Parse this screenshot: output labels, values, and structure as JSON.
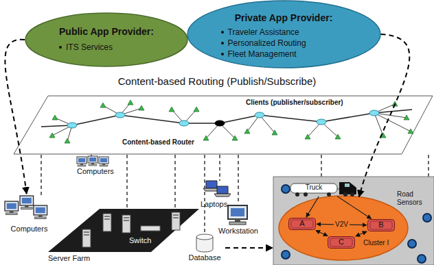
{
  "diagram": {
    "nodes": [
      {
        "text": [
          "Public App Provider:",
          "ITS Services"
        ]
      },
      {
        "text": [
          "Private App Provider:",
          "Traveler Assistance",
          "Personalized Routing",
          "Fleet Management"
        ]
      },
      {
        "text": [
          "Content-based Routing (Publish/Subscribe)",
          "Clients (publisher/subscriber)",
          "Content-based Router"
        ]
      },
      {
        "text": [
          "Computers"
        ]
      },
      {
        "text": [
          "Database"
        ]
      },
      {
        "text": [
          "Road Sensors"
        ]
      },
      {
        "text": [
          "Cluster I"
        ],
        "in": 5
      },
      {
        "text": [
          "Truck"
        ],
        "in": 5
      },
      {
        "text": [
          "A"
        ],
        "in": 6
      },
      {
        "text": [
          "B"
        ],
        "in": 6
      },
      {
        "text": [
          "C"
        ],
        "in": 6
      }
    ],
    "edges": [
      {
        "from": 0,
        "to": 3,
        "arrow": "to"
      },
      {
        "from": 1,
        "to": 6,
        "arrow": "to"
      },
      {
        "from": 4,
        "to": 5,
        "arrow": "to"
      },
      {
        "from": 8,
        "to": 9,
        "label": "V2V",
        "arrow": "both"
      },
      {
        "from": 8,
        "to": 10,
        "arrow": "both"
      },
      {
        "from": 10,
        "to": 9,
        "arrow": "both"
      },
      {
        "from": 7,
        "to": 8,
        "arrow": "to"
      },
      {
        "from": 7,
        "to": 9,
        "arrow": "to"
      }
    ],
    "labels": [
      "Computers",
      "Server Farm",
      "Switch",
      "Laptops",
      "Workstation"
    ]
  }
}
